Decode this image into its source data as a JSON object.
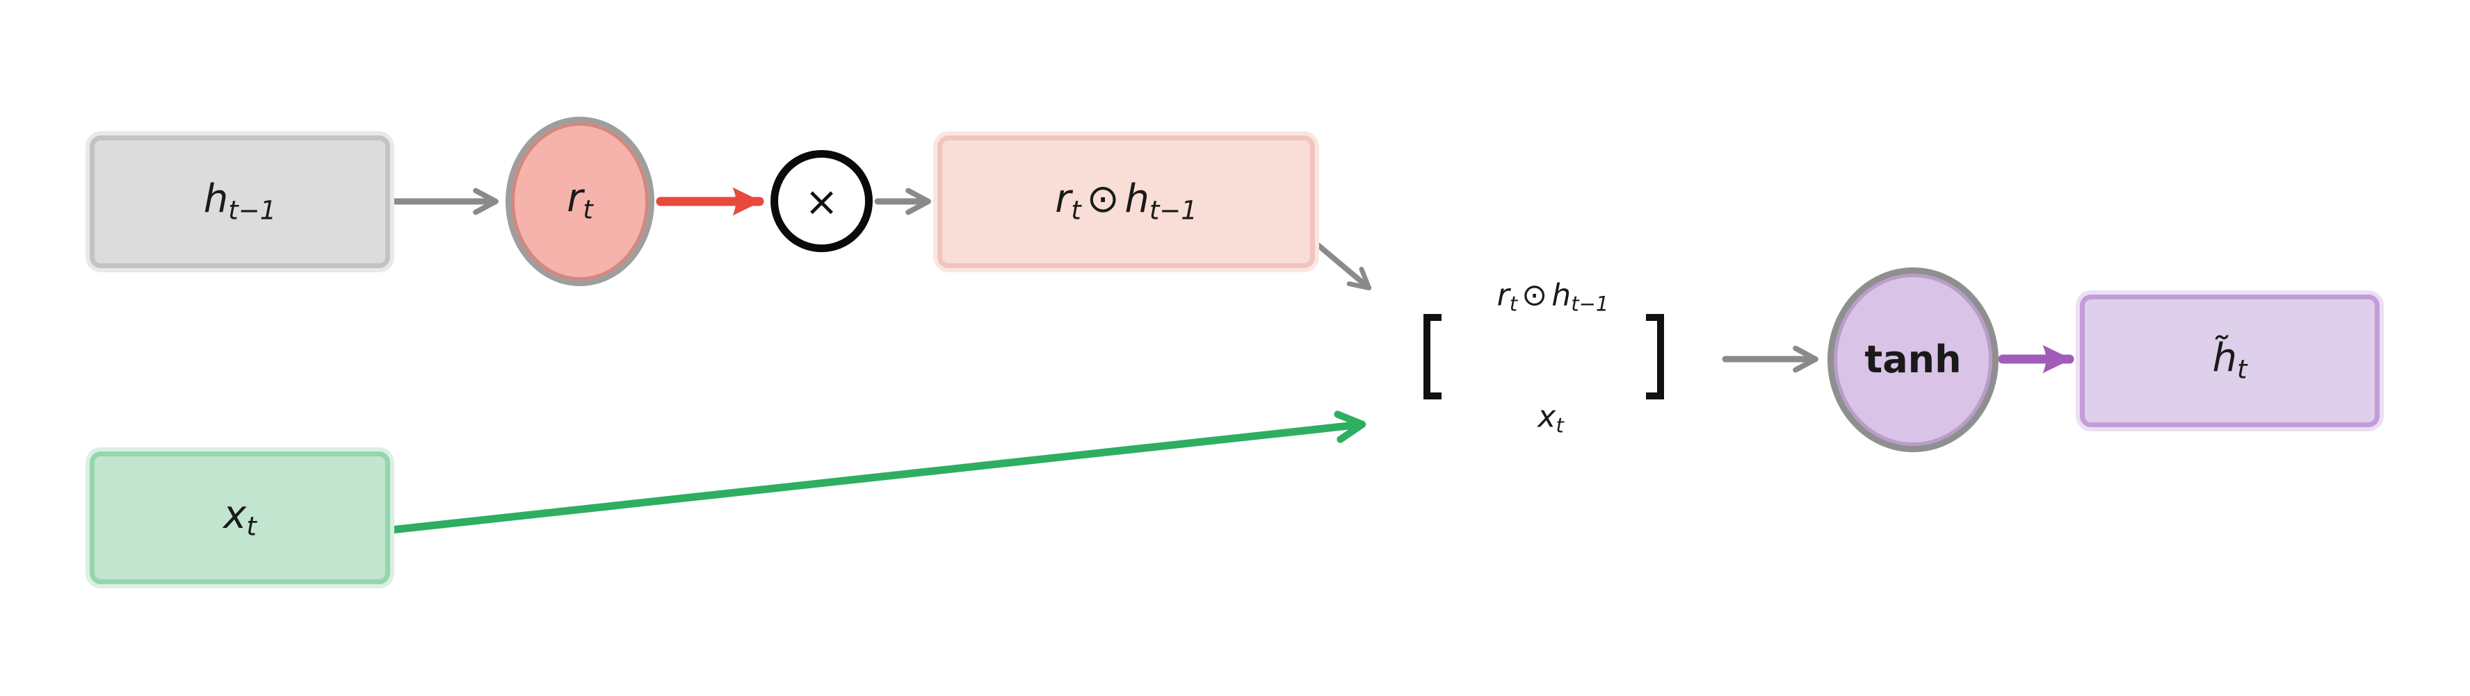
{
  "diagram": {
    "description": "GRU candidate hidden state computation flow",
    "colors": {
      "background": "#ffffff",
      "gray_arrow": "#8a8a8a",
      "red_arrow": "#e64a3c",
      "green_arrow": "#2eae60",
      "purple_arrow": "#a05cb8",
      "h_prev_fill": "#dcdcdc",
      "h_prev_border": "#c3c3c3",
      "reset_gate_fill": "#f5b3ac",
      "reset_product_fill": "#f9ddd7",
      "reset_product_border": "#f3c4bc",
      "x_input_fill": "#c1e5cf",
      "x_input_border": "#95d6ad",
      "tanh_fill": "#d9c3e7",
      "candidate_fill": "#ded0eb",
      "candidate_border": "#c19dd9",
      "circle_border_gray": "#9e9e9e",
      "multiply_ring": "#0a0a0a",
      "bracket": "#111111",
      "text": "#1a1a1a"
    },
    "nodes": {
      "h_prev": {
        "var": "h",
        "sub": "t−1"
      },
      "reset_gate": {
        "var": "r",
        "sub": "t"
      },
      "multiply": {
        "symbol": "×"
      },
      "reset_product": {
        "var1": "r",
        "sub1": "t",
        "op": "⊙",
        "var2": "h",
        "sub2": "t−1"
      },
      "concat": {
        "left_bracket": "[",
        "right_bracket": "]",
        "top": {
          "var1": "r",
          "sub1": "t",
          "op": "⊙",
          "var2": "h",
          "sub2": "t−1"
        },
        "bottom": {
          "var": "x",
          "sub": "t"
        }
      },
      "tanh": {
        "label": "tanh"
      },
      "candidate": {
        "var": "h̃",
        "sub": "t"
      },
      "x_input": {
        "var": "x",
        "sub": "t"
      }
    }
  }
}
